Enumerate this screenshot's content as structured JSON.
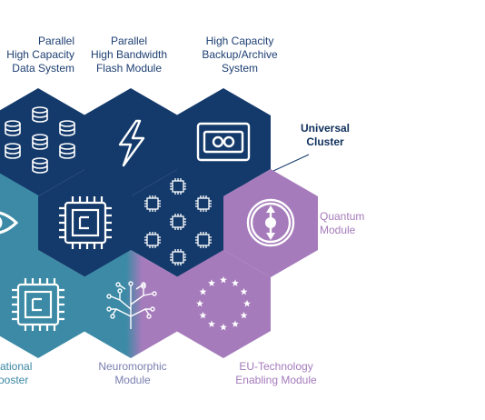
{
  "labels": {
    "parallel_high_capacity": "Parallel\nHigh Capacity\nData System",
    "parallel_high_bandwidth": "Parallel\nHigh Bandwidth\nFlash Module",
    "high_capacity_backup": "High Capacity\nBackup/Archive\nSystem",
    "universal_cluster": "Universal\nCluster",
    "quantum_module": "Quantum\nModule",
    "neuromorphic_module": "Neuromorphic\nModule",
    "eu_technology": "EU-Technology\nEnabling Module",
    "computational_booster": "utational\nBooster"
  },
  "colors": {
    "navy": "#143a6b",
    "teal": "#3c8aa6",
    "purple": "#a57bbb",
    "icon_white": "#ffffff"
  },
  "icons": {
    "disk_stack": "database-cylinder-icon",
    "lightning": "lightning-icon",
    "tape": "tape-cartridge-icon",
    "eye": "eye-icon",
    "chip": "processor-chip-icon",
    "chip_grid": "chip-grid-icon",
    "quantum": "quantum-orbit-icon",
    "neural": "neural-tree-icon",
    "eu_stars": "eu-stars-icon"
  }
}
